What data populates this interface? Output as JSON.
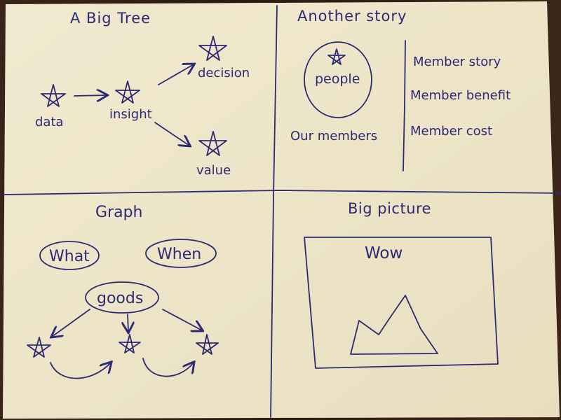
{
  "colors": {
    "paper": "#efe6c8",
    "ink": "#2d2a72",
    "table": "#2e1d14"
  },
  "q1": {
    "title": "A Big Tree",
    "nodes": {
      "data": "data",
      "insight": "insight",
      "decision": "decision",
      "value": "value"
    },
    "icons": [
      "star-icon",
      "arrow-icon"
    ]
  },
  "q2": {
    "title": "Another story",
    "circle_label": "people",
    "caption": "Our members",
    "list": [
      "Member story",
      "Member benefit",
      "Member cost"
    ]
  },
  "q3": {
    "title": "Graph",
    "ovals": {
      "what": "What",
      "when": "When",
      "goods": "goods"
    }
  },
  "q4": {
    "title": "Big picture",
    "frame_label": "Wow"
  }
}
